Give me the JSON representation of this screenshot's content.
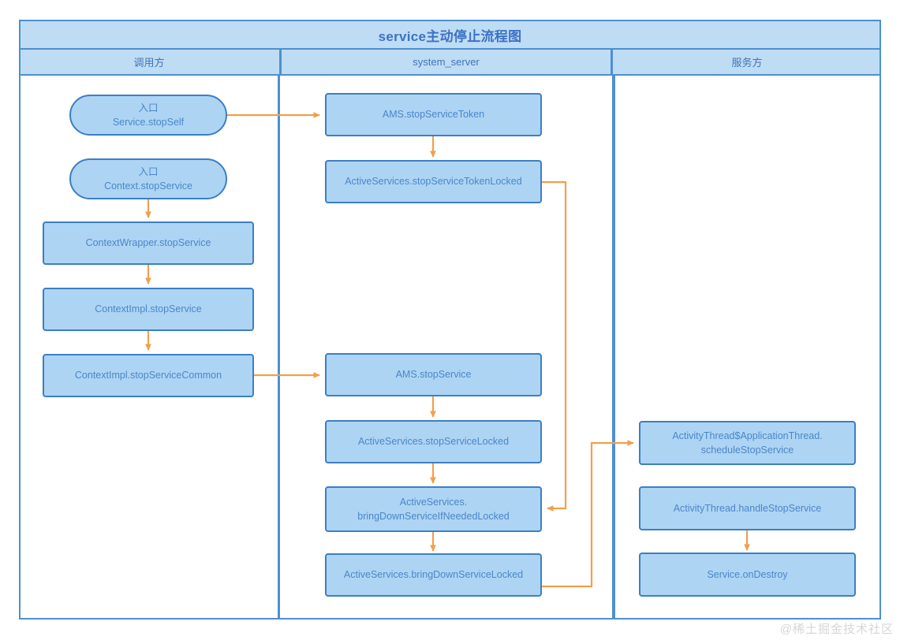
{
  "diagram": {
    "title": "service主动停止流程图",
    "watermark": "@稀土掘金技术社区",
    "colors": {
      "node_fill": "#aed4f4",
      "node_border": "#3c7fc4",
      "node_text": "#4a86c8",
      "band_fill": "#bfdcf5",
      "frame_border": "#4d90d0",
      "title_text": "#3c72c4",
      "connector": "#f0a04b"
    },
    "lanes": [
      {
        "id": "caller",
        "label": "调用方"
      },
      {
        "id": "system_server",
        "label": "system_server"
      },
      {
        "id": "service_side",
        "label": "服务方"
      }
    ],
    "nodes": [
      {
        "id": "n1",
        "lane": "caller",
        "shape": "pill",
        "line1": "入口",
        "line2": "Service.stopSelf"
      },
      {
        "id": "n2",
        "lane": "caller",
        "shape": "pill",
        "line1": "入口",
        "line2": "Context.stopService"
      },
      {
        "id": "n3",
        "lane": "caller",
        "shape": "rect",
        "line1": "ContextWrapper.stopService",
        "line2": ""
      },
      {
        "id": "n4",
        "lane": "caller",
        "shape": "rect",
        "line1": "ContextImpl.stopService",
        "line2": ""
      },
      {
        "id": "n5",
        "lane": "caller",
        "shape": "rect",
        "line1": "ContextImpl.stopServiceCommon",
        "line2": ""
      },
      {
        "id": "m1",
        "lane": "system_server",
        "shape": "rect",
        "line1": "AMS.stopServiceToken",
        "line2": ""
      },
      {
        "id": "m2",
        "lane": "system_server",
        "shape": "rect",
        "line1": "ActiveServices.stopServiceTokenLocked",
        "line2": ""
      },
      {
        "id": "m3",
        "lane": "system_server",
        "shape": "rect",
        "line1": "AMS.stopService",
        "line2": ""
      },
      {
        "id": "m4",
        "lane": "system_server",
        "shape": "rect",
        "line1": "ActiveServices.stopServiceLocked",
        "line2": ""
      },
      {
        "id": "m5",
        "lane": "system_server",
        "shape": "rect",
        "line1": "ActiveServices.",
        "line2": "bringDownServiceIfNeededLocked"
      },
      {
        "id": "m6",
        "lane": "system_server",
        "shape": "rect",
        "line1": "ActiveServices.bringDownServiceLocked",
        "line2": ""
      },
      {
        "id": "r1",
        "lane": "service_side",
        "shape": "rect",
        "line1": "ActivityThread$ApplicationThread.",
        "line2": "scheduleStopService"
      },
      {
        "id": "r2",
        "lane": "service_side",
        "shape": "rect",
        "line1": "ActivityThread.handleStopService",
        "line2": ""
      },
      {
        "id": "r3",
        "lane": "service_side",
        "shape": "rect",
        "line1": "Service.onDestroy",
        "line2": ""
      }
    ],
    "edges": [
      {
        "from": "n1",
        "to": "m1",
        "route": "horizontal"
      },
      {
        "from": "n2",
        "to": "n3",
        "route": "vertical"
      },
      {
        "from": "n3",
        "to": "n4",
        "route": "vertical"
      },
      {
        "from": "n4",
        "to": "n5",
        "route": "vertical"
      },
      {
        "from": "n5",
        "to": "m3",
        "route": "horizontal"
      },
      {
        "from": "m1",
        "to": "m2",
        "route": "vertical"
      },
      {
        "from": "m2",
        "to": "m5",
        "route": "right-down-left"
      },
      {
        "from": "m3",
        "to": "m4",
        "route": "vertical"
      },
      {
        "from": "m4",
        "to": "m5",
        "route": "vertical"
      },
      {
        "from": "m5",
        "to": "m6",
        "route": "vertical"
      },
      {
        "from": "m6",
        "to": "r1",
        "route": "right-up-right"
      },
      {
        "from": "r2",
        "to": "r3",
        "route": "vertical"
      }
    ]
  }
}
